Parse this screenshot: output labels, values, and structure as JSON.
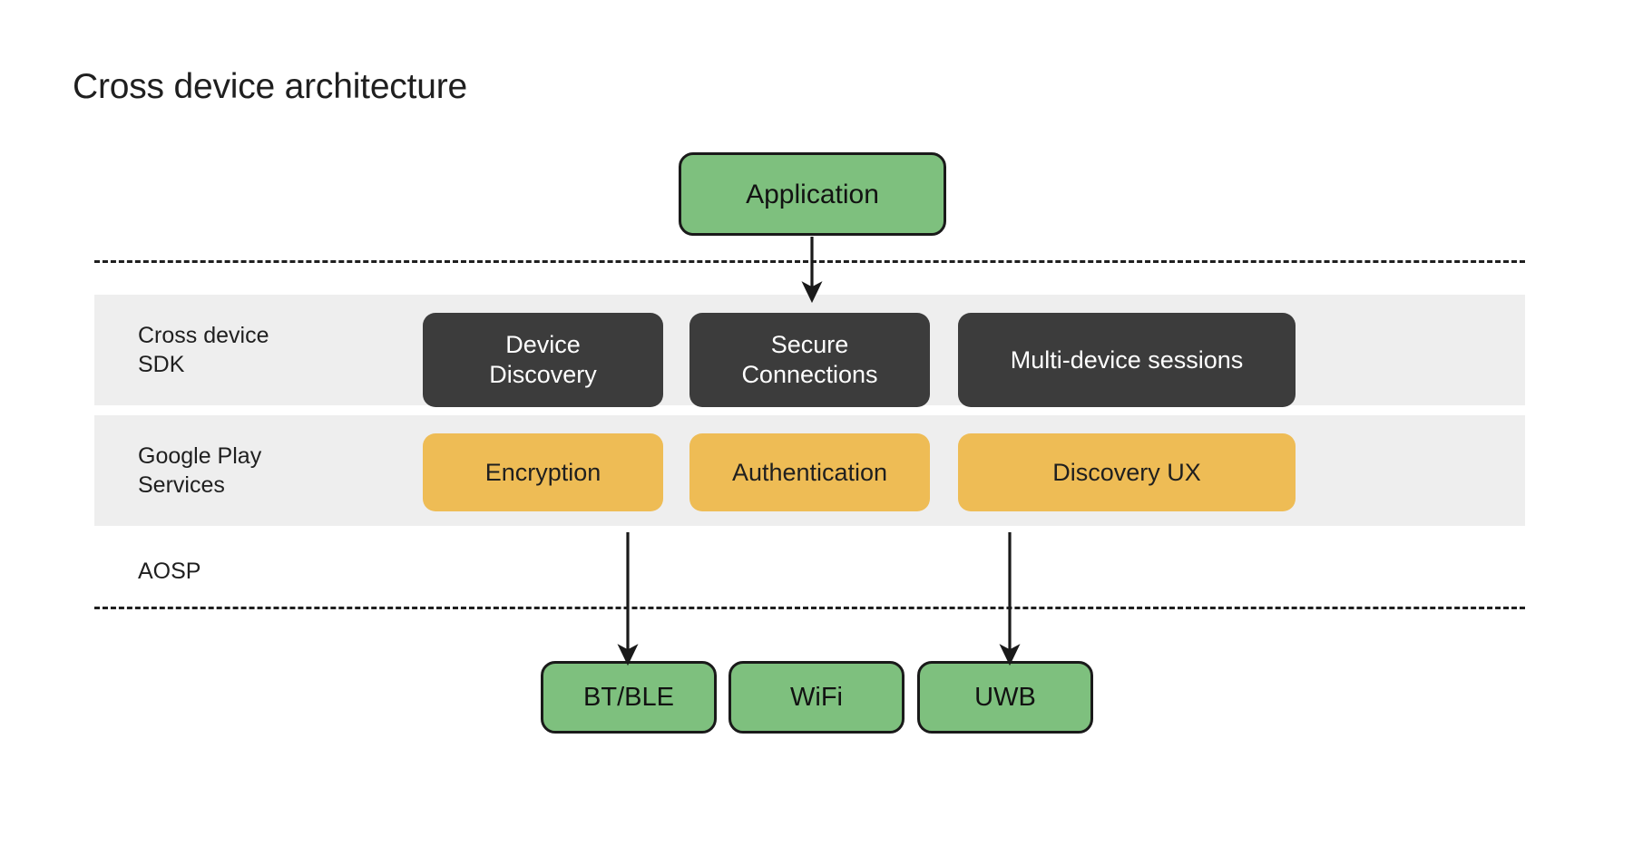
{
  "title": "Cross device architecture",
  "colors": {
    "background": "#ffffff",
    "band": "#eeeeee",
    "dark_chip": "#3c3c3c",
    "amber_chip": "#eebc55",
    "green_chip": "#7ec07e",
    "text_dark": "#1f1f1f",
    "text_light": "#ffffff",
    "stroke": "#1a1a1a"
  },
  "application": {
    "label": "Application"
  },
  "layers": [
    {
      "id": "cross-device-sdk",
      "label": "Cross device\nSDK",
      "style": "dark",
      "chips": [
        {
          "id": "device-discovery",
          "label": "Device\nDiscovery"
        },
        {
          "id": "secure-connections",
          "label": "Secure\nConnections"
        },
        {
          "id": "multi-device-sessions",
          "label": "Multi-device sessions"
        }
      ]
    },
    {
      "id": "google-play-services",
      "label": "Google Play\nServices",
      "style": "amber",
      "chips": [
        {
          "id": "encryption",
          "label": "Encryption"
        },
        {
          "id": "authentication",
          "label": "Authentication"
        },
        {
          "id": "discovery-ux",
          "label": "Discovery UX"
        }
      ]
    }
  ],
  "aosp": {
    "label": "AOSP"
  },
  "transports": [
    {
      "id": "bt-ble",
      "label": "BT/BLE"
    },
    {
      "id": "wifi",
      "label": "WiFi"
    },
    {
      "id": "uwb",
      "label": "UWB"
    }
  ],
  "arrows": [
    {
      "id": "application-to-sdk",
      "from": "application",
      "to": "cross-device-sdk"
    },
    {
      "id": "encryption-to-bt-ble",
      "from": "encryption",
      "to": "bt-ble"
    },
    {
      "id": "discovery-ux-to-uwb",
      "from": "discovery-ux",
      "to": "uwb"
    }
  ],
  "dividers": [
    {
      "id": "divider-top",
      "style": "dashed"
    },
    {
      "id": "divider-bottom",
      "style": "dashed"
    }
  ]
}
